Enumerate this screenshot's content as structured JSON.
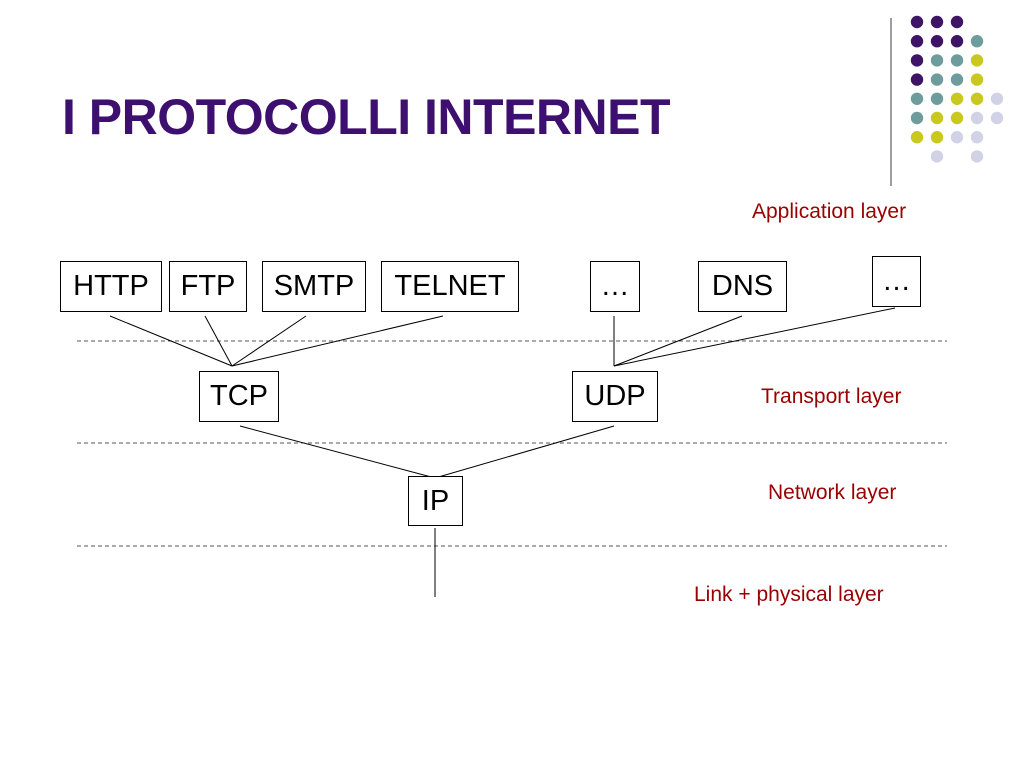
{
  "slide": {
    "title": "I PROTOCOLLI INTERNET"
  },
  "layers": {
    "application": "Application layer",
    "transport": "Transport layer",
    "network": "Network layer",
    "link": "Link + physical layer"
  },
  "protocols": {
    "http": "HTTP",
    "ftp": "FTP",
    "smtp": "SMTP",
    "telnet": "TELNET",
    "app_ellipsis_1": "…",
    "dns": "DNS",
    "app_ellipsis_2": "…",
    "tcp": "TCP",
    "udp": "UDP",
    "ip": "IP"
  },
  "colors": {
    "title": "#3d0f6e",
    "layer_label": "#990000",
    "dot_purple": "#3d1466",
    "dot_teal": "#6e9c9c",
    "dot_yellow": "#c8c81e",
    "dot_lavender": "#d2d2e6"
  }
}
